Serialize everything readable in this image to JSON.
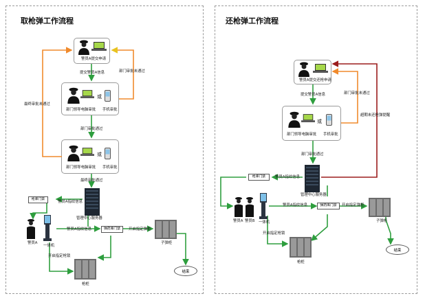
{
  "left": {
    "title": "取枪弹工作流程",
    "officer_apply": "警员A提交申请",
    "submit_info": "提交警员A信息",
    "dept_reject": "部门审批未通过",
    "dept_approval_1": "部门领导电脑审批",
    "mobile_approval_1": "手机审批",
    "or_1": "或",
    "dept_pass": "部门审批通过",
    "final_reject": "最终审批未通过",
    "dept_approval_2": "部门领导电脑审批",
    "mobile_approval_2": "手机审批",
    "or_2": "或",
    "final_pass": "最终审批通过",
    "gun_room_door": "枪库门禁",
    "fingerprint_1": "警员A指纹信息",
    "server": "管理中心服务器",
    "officer": "警员A",
    "kiosk": "一体机",
    "fingerprint_2": "警员A指纹信息",
    "ammo_door": "弹药库门禁",
    "open_ammo": "开启指定弹柜",
    "open_gun_lock": "开启指定枪锁",
    "ammo_cabinet": "子弹柜",
    "gun_cabinet": "枪柜",
    "end": "结束"
  },
  "right": {
    "title": "还枪弹工作流程",
    "officer_apply": "警员A提交还枪申请",
    "submit_info": "提交警员A信息",
    "dept_reject": "部门审批未通过",
    "overdue_alert": "超期未还枪弹提醒",
    "dept_approval": "部门领导电脑审批",
    "mobile_approval": "手机审批",
    "or": "或",
    "dept_pass": "部门审批通过",
    "gun_room_door": "枪库门禁",
    "fingerprint_1": "警员A指纹信息",
    "server": "管理中心服务器",
    "officer_a": "警员A",
    "officer_b": "警员B",
    "kiosk": "一体机",
    "fingerprint_2": "警员A指纹信息",
    "ammo_door": "弹药库门禁",
    "open_ammo": "开启指定弹柜",
    "open_gun_lock": "开启指定枪锁",
    "ammo_cabinet": "子弹柜",
    "gun_cabinet": "枪柜",
    "end": "结束"
  },
  "colors": {
    "green_arrow": "#2e9e3e",
    "orange_arrow": "#f08a2c",
    "red_arrow": "#9b1c1c",
    "dashed_border": "#9a9a9a"
  },
  "icons": [
    "police-officer-icon",
    "laptop-icon",
    "mobile-phone-icon",
    "server-rack-icon",
    "kiosk-icon",
    "cabinet-icon"
  ]
}
